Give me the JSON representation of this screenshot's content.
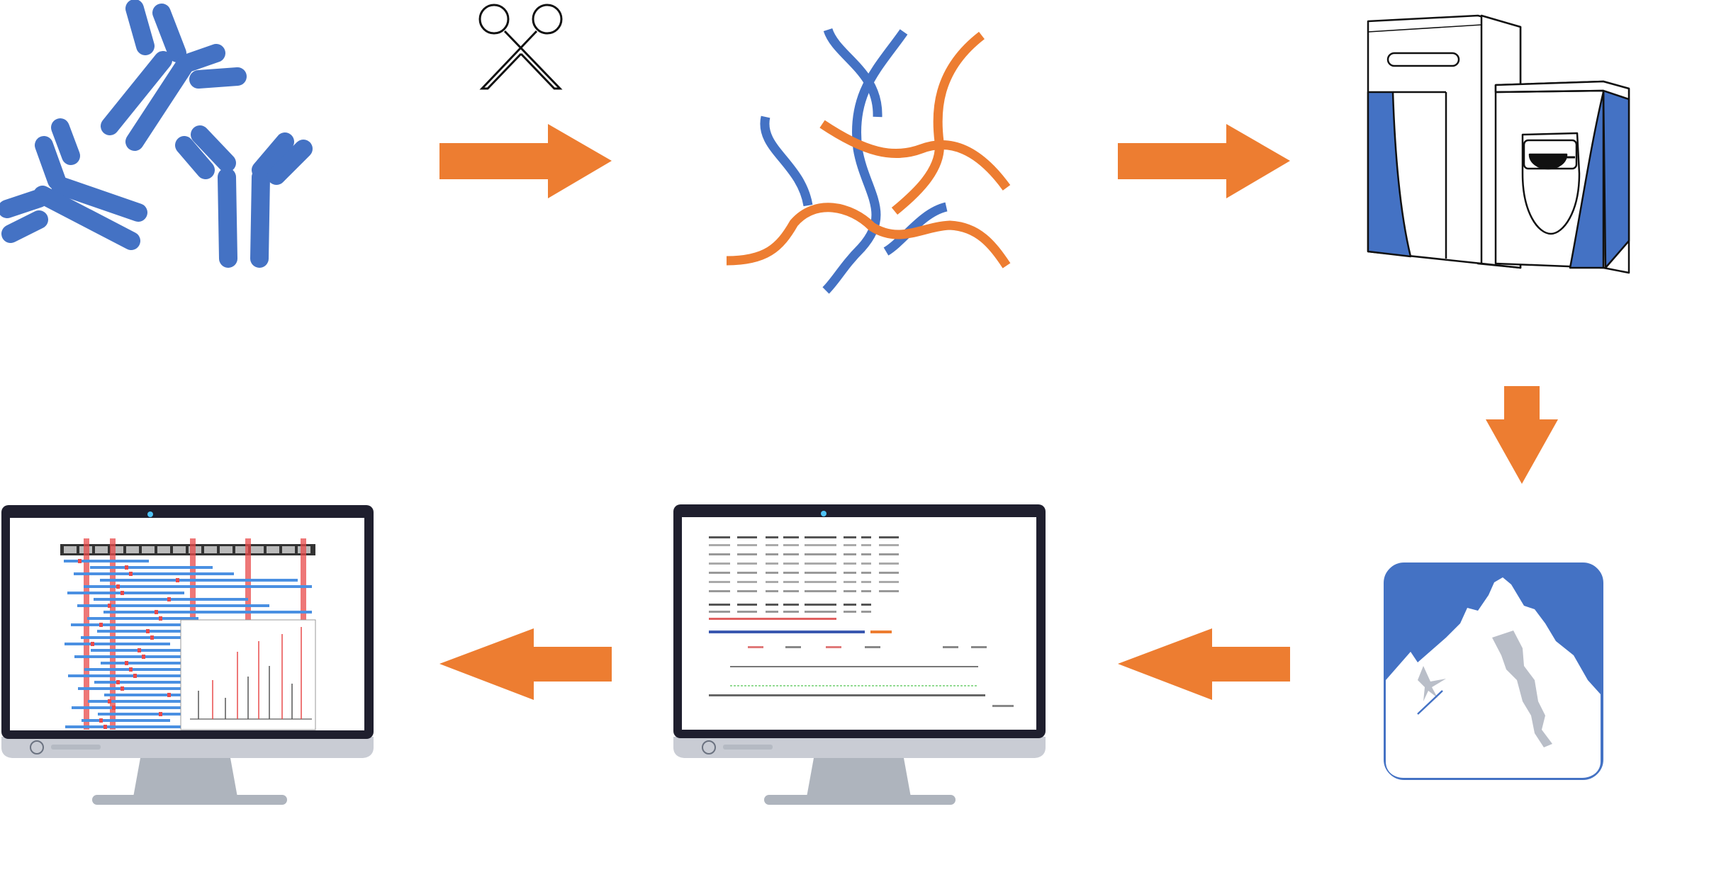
{
  "colors": {
    "blue": "#4472c4",
    "orange": "#ed7d31",
    "dark": "#1f1f2e",
    "bezel": "#c9ccd4",
    "stand": "#aeb4bd",
    "bar_blue": "#4a90e2",
    "bar_red": "#e84a4a"
  },
  "steps": [
    {
      "id": "antibodies",
      "icon": "antibody-icon"
    },
    {
      "id": "digestion",
      "icon": "scissors-icon"
    },
    {
      "id": "peptides",
      "icon": "peptide-strands-icon"
    },
    {
      "id": "mass-spectrometer",
      "icon": "mass-spectrometer-icon"
    },
    {
      "id": "analysis-software",
      "icon": "mountain-logo-icon"
    },
    {
      "id": "germline-alignment",
      "icon": "monitor-table-icon"
    },
    {
      "id": "coverage-map",
      "icon": "monitor-coverage-icon"
    }
  ],
  "arrows": [
    {
      "from": "antibodies",
      "to": "peptides",
      "direction": "right"
    },
    {
      "from": "peptides",
      "to": "mass-spectrometer",
      "direction": "right"
    },
    {
      "from": "mass-spectrometer",
      "to": "analysis-software",
      "direction": "down"
    },
    {
      "from": "analysis-software",
      "to": "germline-alignment",
      "direction": "left"
    },
    {
      "from": "germline-alignment",
      "to": "coverage-map",
      "direction": "left"
    }
  ]
}
